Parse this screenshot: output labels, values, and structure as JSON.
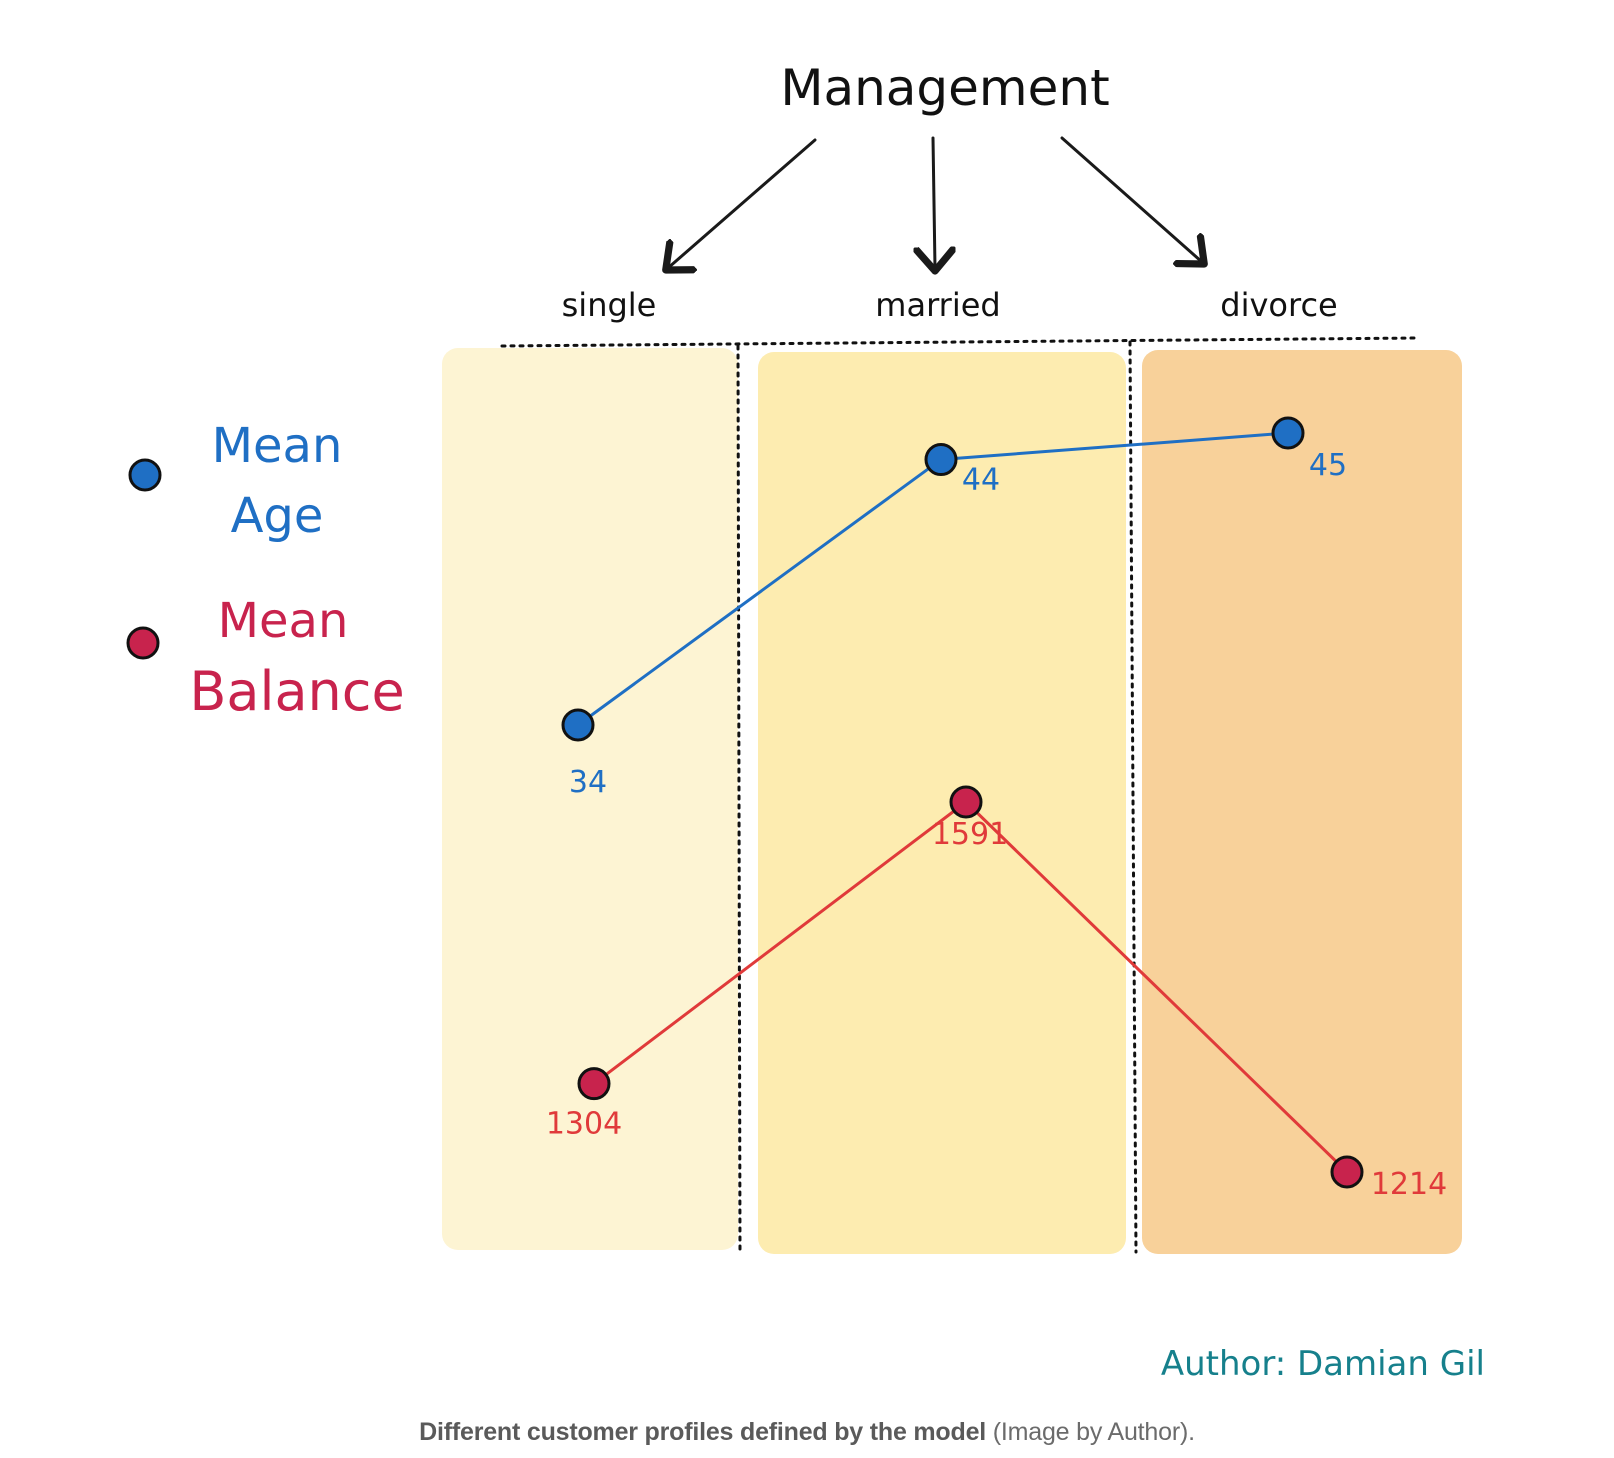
{
  "diagram": {
    "root_label": "Management"
  },
  "legend": {
    "items": [
      {
        "line1": "Mean",
        "line2": "Age",
        "color": "#1f6fc4"
      },
      {
        "line1": "Mean",
        "line2": "Balance",
        "color": "#c8234d"
      }
    ]
  },
  "author": "Author: Damian Gil",
  "caption": {
    "bold": "Different customer profiles defined by the model",
    "rest": " (Image by Author)."
  },
  "colors": {
    "age": "#1f6fc4",
    "balance": "#c8234d",
    "balance_line": "#e03a3a",
    "author": "#16808c",
    "panel_single": "#fdf4d3",
    "panel_married": "#fdecb0",
    "panel_divorce": "#f8d19a"
  },
  "chart_data": {
    "type": "line",
    "categories": [
      "single",
      "married",
      "divorce"
    ],
    "series": [
      {
        "name": "Mean Age",
        "values": [
          34,
          44,
          45
        ]
      },
      {
        "name": "Mean Balance",
        "values": [
          1304,
          1591,
          1214
        ]
      }
    ],
    "legend": "left",
    "grid": false
  }
}
